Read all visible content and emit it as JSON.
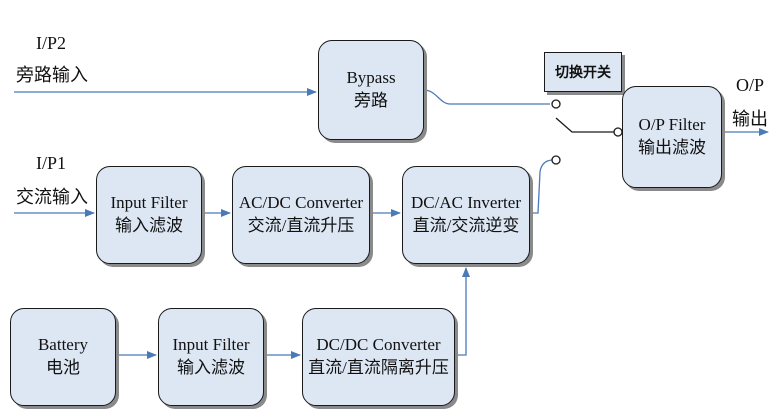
{
  "inputs": {
    "ip2_label": "I/P2",
    "ip2_cn": "旁路输入",
    "ip1_label": "I/P1",
    "ip1_cn": "交流输入"
  },
  "output": {
    "op_label": "O/P",
    "op_cn": "输出"
  },
  "switch_label": "切换开关",
  "blocks": {
    "bypass": {
      "en": "Bypass",
      "cn": "旁路"
    },
    "input_filter_ac": {
      "en": "Input Filter",
      "cn": "输入滤波"
    },
    "ac_dc": {
      "en": "AC/DC Converter",
      "cn": "交流/直流升压"
    },
    "dc_ac": {
      "en": "DC/AC Inverter",
      "cn": "直流/交流逆变"
    },
    "op_filter": {
      "en": "O/P Filter",
      "cn": "输出滤波"
    },
    "battery": {
      "en": "Battery",
      "cn": "电池"
    },
    "input_filter_batt": {
      "en": "Input Filter",
      "cn": "输入滤波"
    },
    "dc_dc": {
      "en": "DC/DC Converter",
      "cn": "直流/直流隔离升压"
    }
  },
  "colors": {
    "block_fill": "#dde7f4",
    "line": "#4a7ab8"
  }
}
